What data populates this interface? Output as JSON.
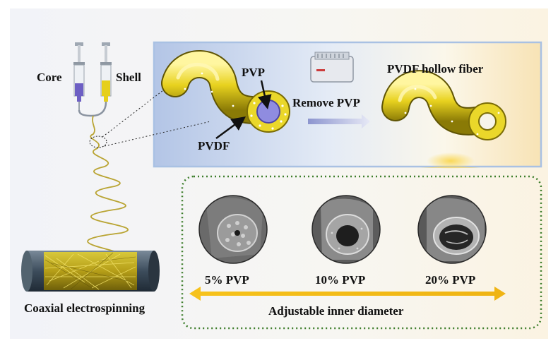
{
  "labels": {
    "core": "Core",
    "shell": "Shell",
    "pvp": "PVP",
    "pvdf": "PVDF",
    "remove_pvp": "Remove  PVP",
    "hollow_fiber": "PVDF hollow fiber",
    "coaxial": "Coaxial electrospinning",
    "adjustable": "Adjustable inner diameter"
  },
  "samples": [
    {
      "label": "5% PVP"
    },
    {
      "label": "10% PVP"
    },
    {
      "label": "20% PVP"
    }
  ],
  "colors": {
    "fiber_yellow": "#e6cf1c",
    "core_purple": "#7b74c8",
    "arrow_gold": "#f2b619",
    "dotted_green": "#3c7d2a",
    "panel_blue": "#b8c9e8",
    "panel_border": "#a9c1e3"
  }
}
